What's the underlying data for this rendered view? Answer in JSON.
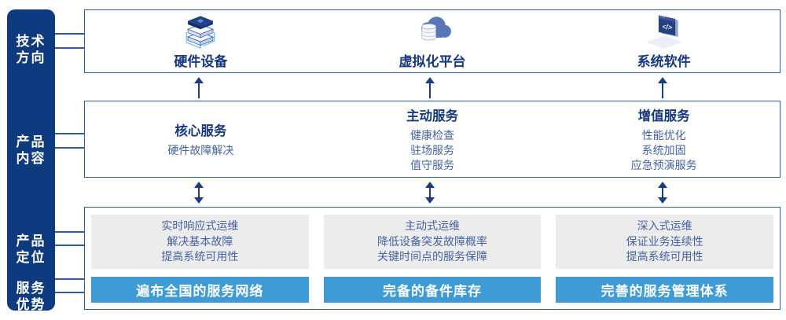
{
  "colors": {
    "sidebar_navy": "#0E3A80",
    "box_border_blue": "#2E5AA6",
    "heading_navy": "#17387F",
    "body_blue": "#44639F",
    "panel_gray": "#ECECEC",
    "bar_blue": "#3E9BD5",
    "arrow_navy": "#1B3D80",
    "icon_light_blue": "#7FC0E8"
  },
  "sidebar": {
    "items": [
      {
        "id": "tech-direction",
        "lines": [
          "技术",
          "方向"
        ]
      },
      {
        "id": "product-content",
        "lines": [
          "产品",
          "内容"
        ]
      },
      {
        "id": "product-positioning",
        "lines": [
          "产品",
          "定位"
        ]
      },
      {
        "id": "service-advantage",
        "lines": [
          "服务",
          "优势"
        ]
      }
    ]
  },
  "tech_row": {
    "items": [
      {
        "icon": "server-stack-icon",
        "label": "硬件设备"
      },
      {
        "icon": "cloud-database-icon",
        "label": "虚拟化平台"
      },
      {
        "icon": "code-window-icon",
        "label": "系统软件"
      }
    ]
  },
  "content_row": {
    "columns": [
      {
        "title": "核心服务",
        "items": [
          "硬件故障解决"
        ]
      },
      {
        "title": "主动服务",
        "items": [
          "健康检查",
          "驻场服务",
          "值守服务"
        ]
      },
      {
        "title": "增值服务",
        "items": [
          "性能优化",
          "系统加固",
          "应急预演服务"
        ]
      }
    ]
  },
  "positioning_row": {
    "columns": [
      {
        "lines": [
          "实时响应式运维",
          "解决基本故障",
          "提高系统可用性"
        ],
        "bar": "遍布全国的服务网络"
      },
      {
        "lines": [
          "主动式运维",
          "降低设备突发故障概率",
          "关键时间点的服务保障"
        ],
        "bar": "完备的备件库存"
      },
      {
        "lines": [
          "深入式运维",
          "保证业务连续性",
          "提高系统可用性"
        ],
        "bar": "完善的服务管理体系"
      }
    ]
  }
}
